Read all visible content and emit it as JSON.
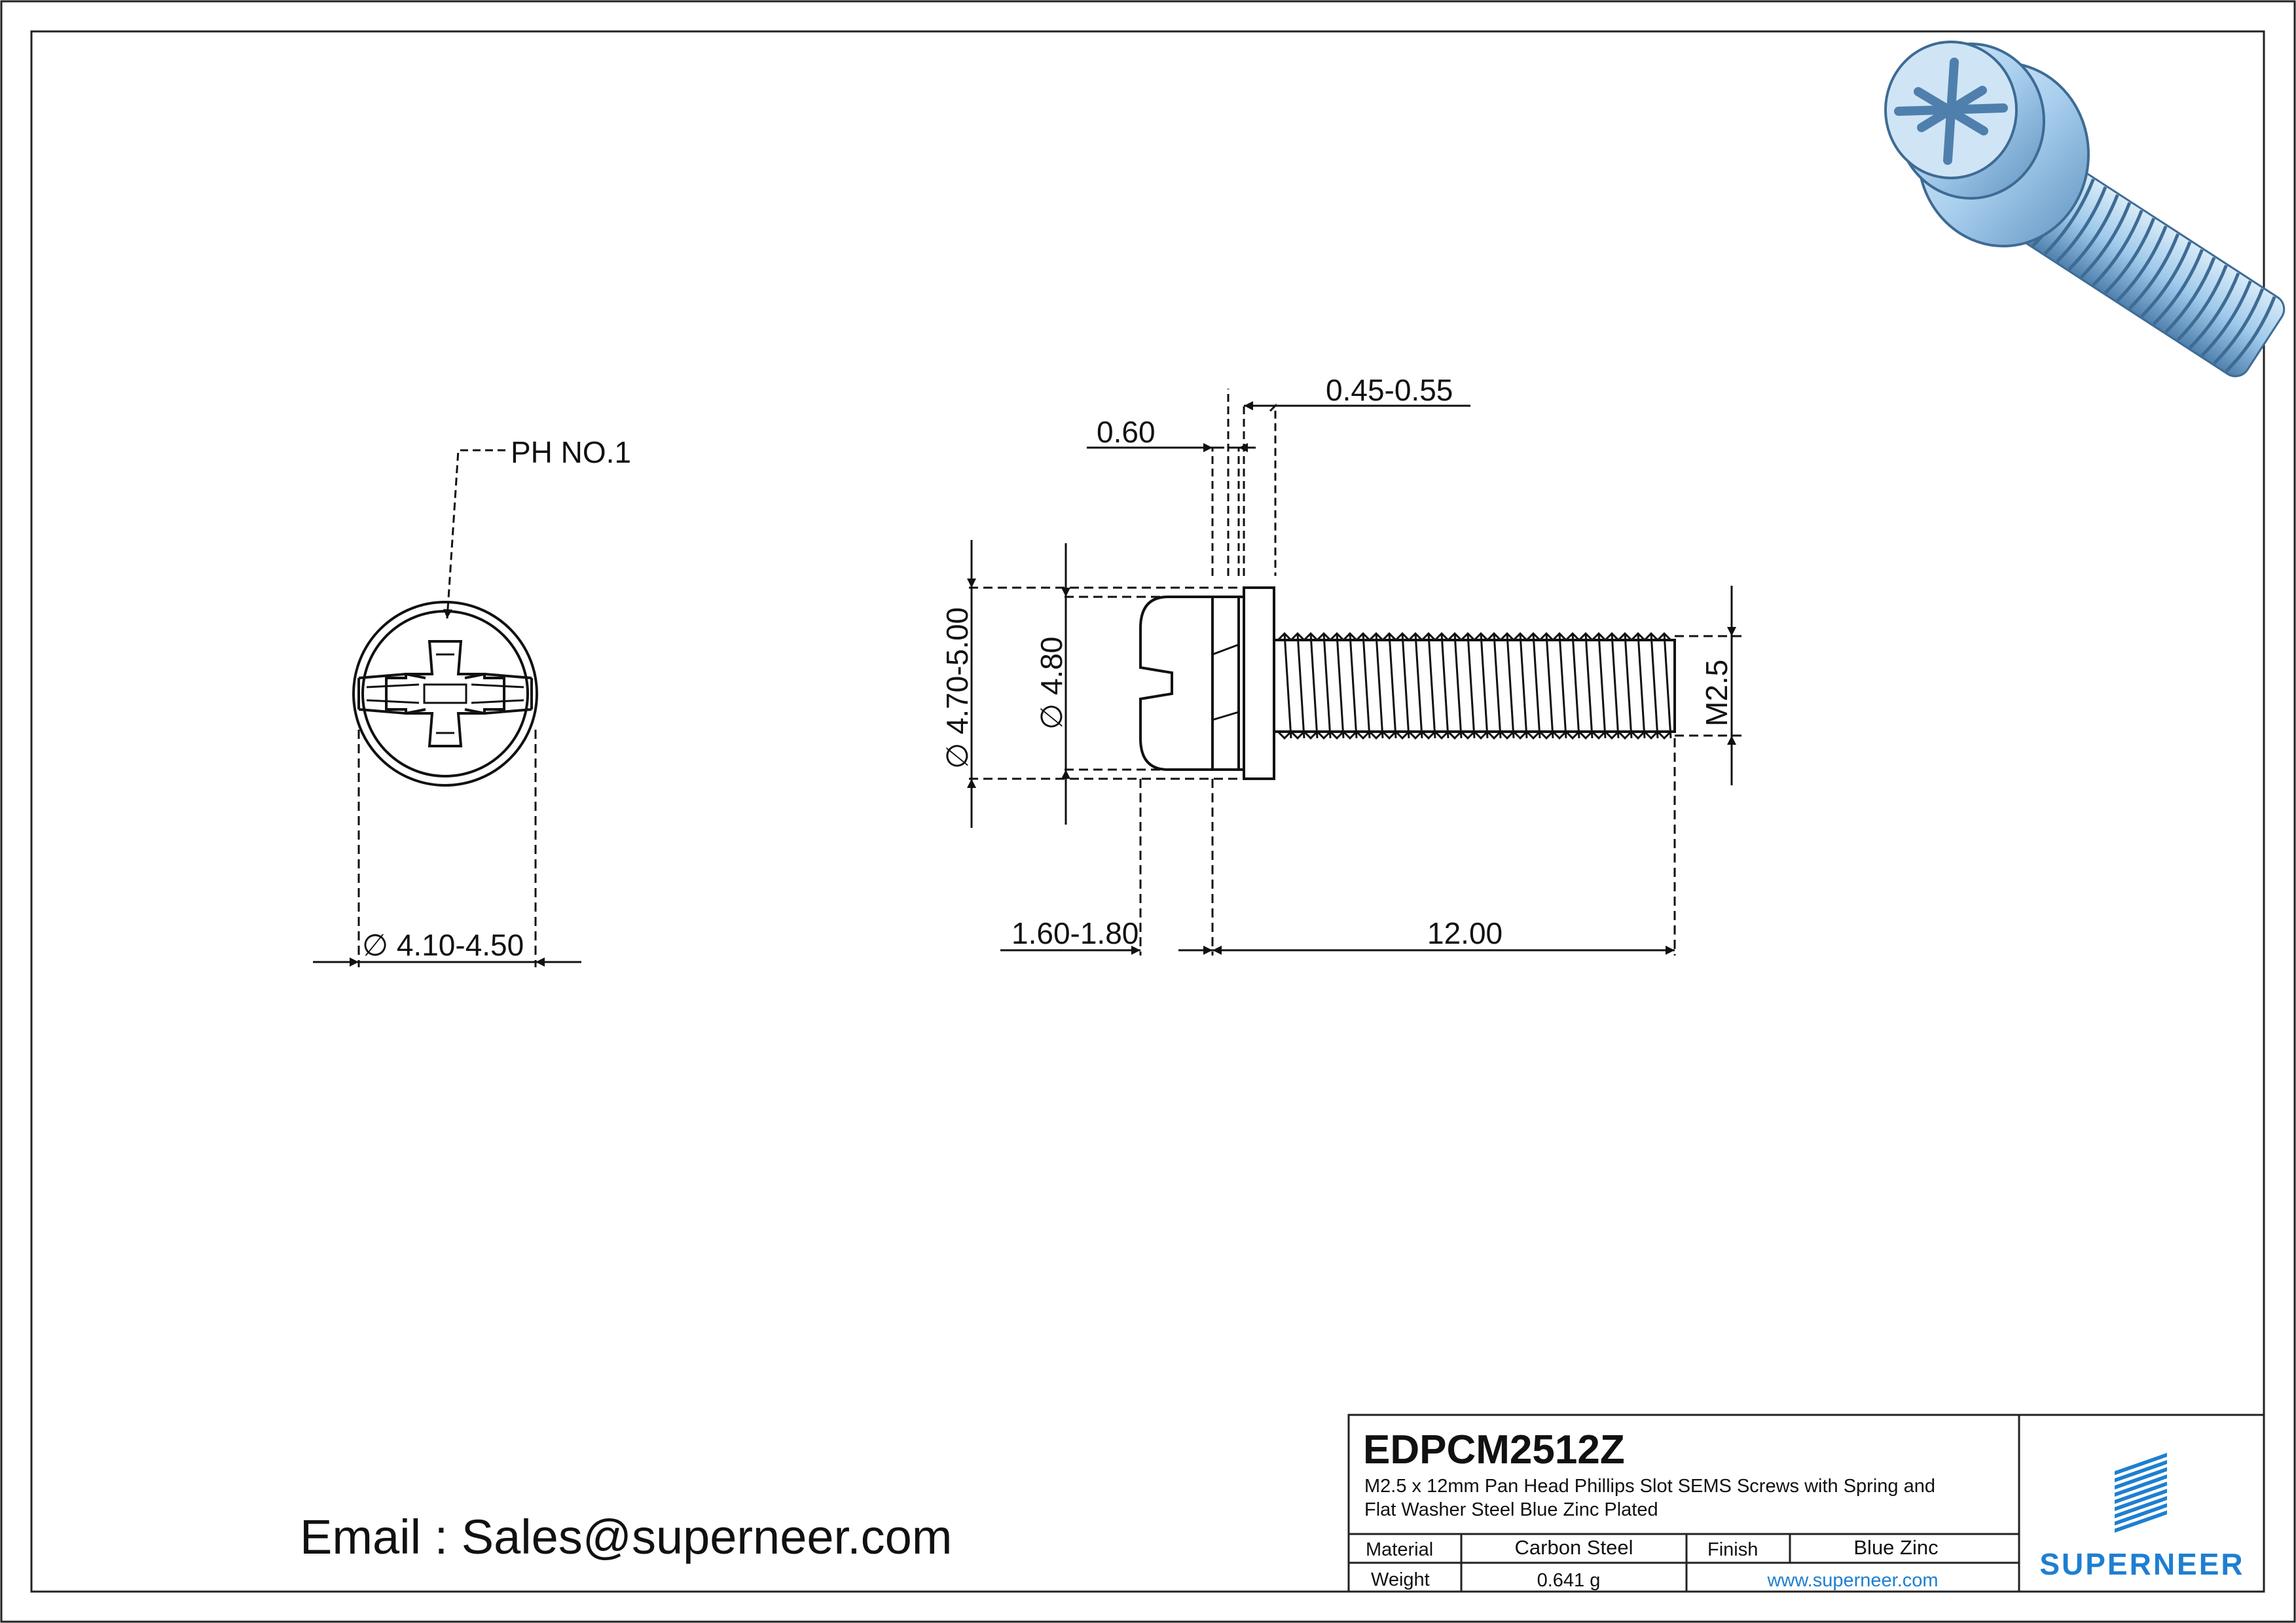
{
  "drawing": {
    "callout_drive": "PH NO.1",
    "dim_head_dia": "∅ 4.10-4.50",
    "dim_flat_washer_thk": "0.45-0.55",
    "dim_spring_washer_thk": "0.60",
    "dim_washer_od": "∅ 4.70-5.00",
    "dim_spring_od": "∅ 4.80",
    "dim_thread": "M2.5",
    "dim_head_height": "1.60-1.80",
    "dim_length": "12.00"
  },
  "contact": {
    "email": "Email : Sales@superneer.com"
  },
  "title_block": {
    "part_number": "EDPCM2512Z",
    "description_line1": "M2.5 x 12mm Pan Head Phillips Slot SEMS Screws with Spring and",
    "description_line2": "Flat Washer Steel Blue Zinc Plated",
    "material_label": "Material",
    "material_value": "Carbon Steel",
    "finish_label": "Finish",
    "finish_value": "Blue Zinc",
    "weight_label": "Weight",
    "weight_value": "0.641 g",
    "website": "www.superneer.com",
    "brand": "SUPERNEER",
    "brand_color": "#1e7fd0"
  },
  "render_colors": {
    "screw_light": "#c9e2f5",
    "screw_mid": "#9cc6e8",
    "screw_dark": "#5d8fbd"
  }
}
